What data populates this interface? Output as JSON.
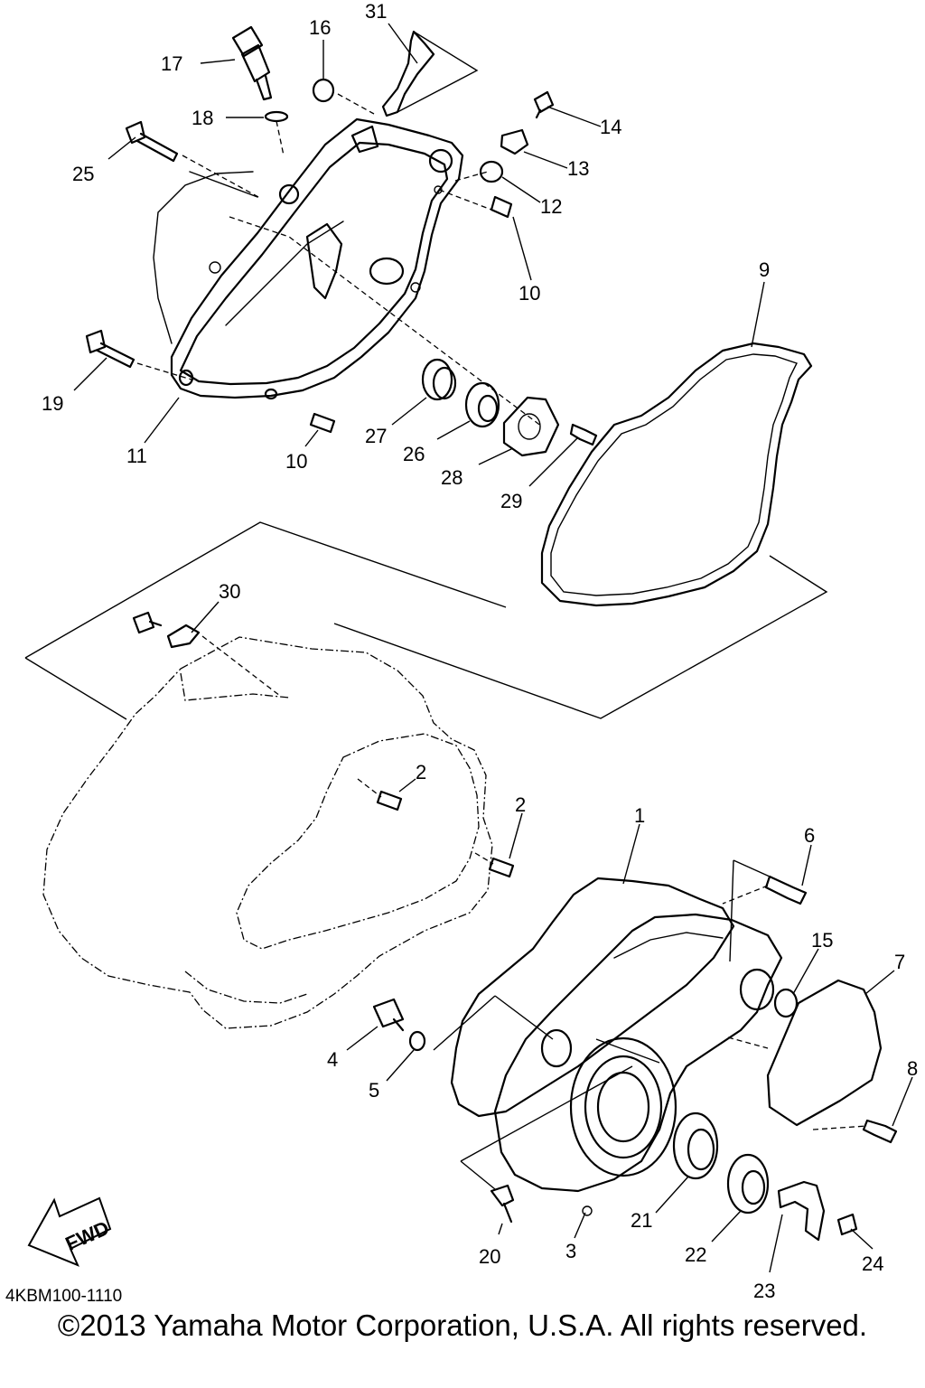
{
  "diagram": {
    "code": "4KBM100-1110",
    "copyright": "©2013 Yamaha Motor Corporation, U.S.A. All rights reserved.",
    "fwd_label": "FWD",
    "callouts": {
      "p1": "1",
      "p2a": "2",
      "p2b": "2",
      "p3": "3",
      "p4": "4",
      "p5": "5",
      "p6": "6",
      "p7": "7",
      "p8": "8",
      "p9": "9",
      "p10a": "10",
      "p10b": "10",
      "p11": "11",
      "p12": "12",
      "p13": "13",
      "p14": "14",
      "p15": "15",
      "p16": "16",
      "p17": "17",
      "p18": "18",
      "p19": "19",
      "p20": "20",
      "p21": "21",
      "p22": "22",
      "p23": "23",
      "p24": "24",
      "p25": "25",
      "p26": "26",
      "p27": "27",
      "p28": "28",
      "p29": "29",
      "p30": "30",
      "p31": "31"
    }
  }
}
